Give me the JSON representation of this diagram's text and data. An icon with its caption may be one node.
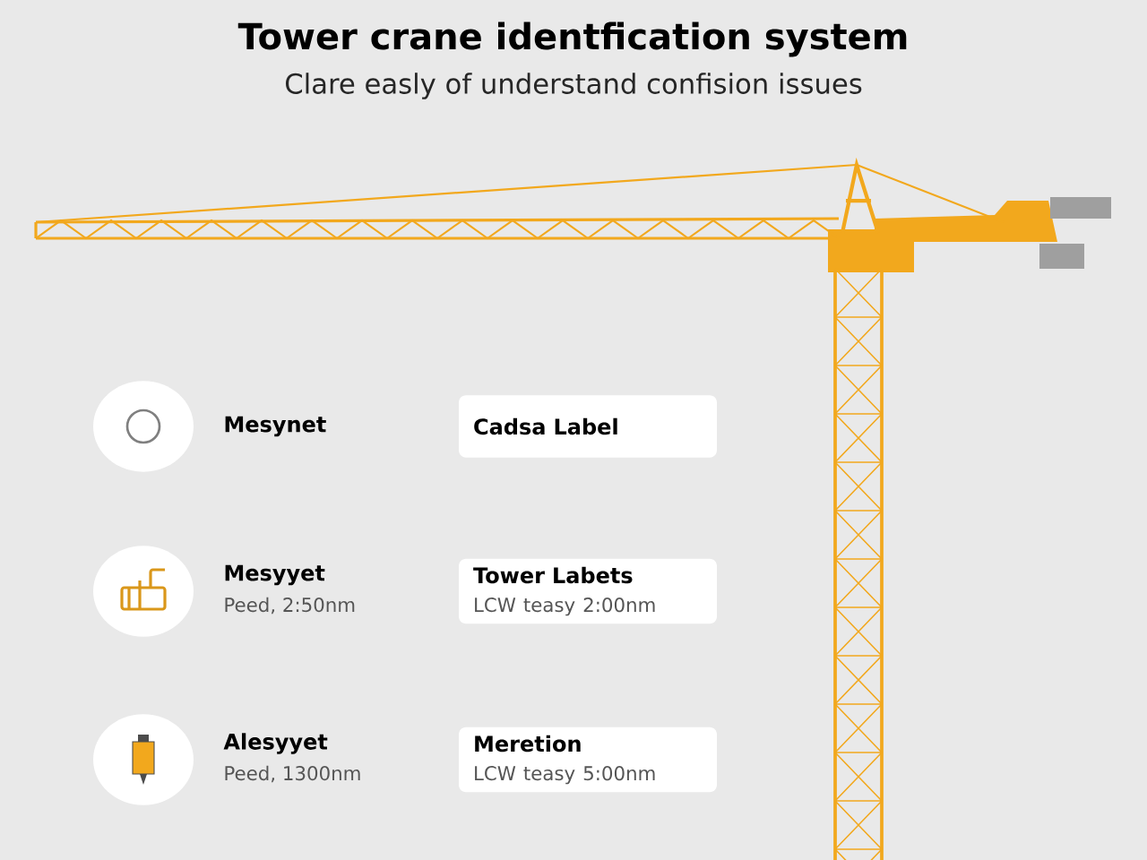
{
  "diagram": {
    "title": "Tower crane identfication system",
    "caption": "Clare easly of understand confision issues",
    "nodes": [
      {
        "text": [],
        "shape": "circle",
        "beside": [
          "Mesynet"
        ]
      },
      {
        "text": [
          "Cadsa Label"
        ]
      },
      {
        "text": [],
        "shape": "circle",
        "beside": [
          "Mesyyet",
          "Peed, 2:50nm"
        ]
      },
      {
        "text": [
          "Tower Labets",
          "LCW teasy 2:00nm"
        ]
      },
      {
        "text": [],
        "shape": "circle",
        "beside": [
          "Alesyyet",
          "Peed, 1300nm"
        ]
      },
      {
        "text": [
          "Meretion",
          "LCW teasy 5:00nm"
        ]
      }
    ]
  }
}
